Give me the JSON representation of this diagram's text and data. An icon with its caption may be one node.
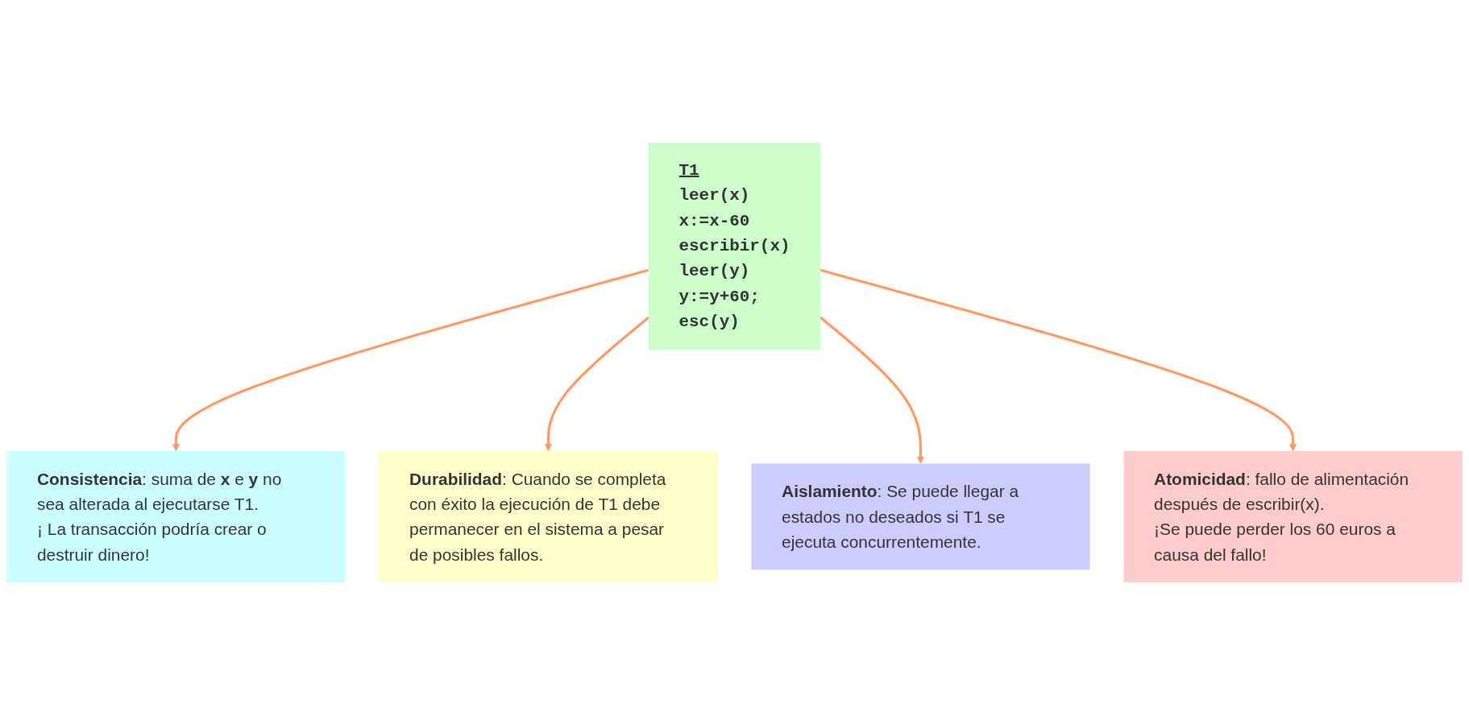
{
  "diagram": {
    "nodes": [
      {
        "text": [
          "T1",
          "leer(x)",
          "x:=x-60",
          "escribir(x)",
          "leer(y)",
          "y:=y+60;",
          "esc(y)"
        ]
      },
      {
        "text": [
          "**Consistencia**: suma de **x** e **y** no sea alterada al ejecutarse T1.",
          "¡ La transacción podría crear o destruir dinero!"
        ]
      },
      {
        "text": [
          "**Atomicidad**: fallo de alimentación después de escribir(x).",
          "¡Se puede perder los 60 euros a causa del fallo!"
        ]
      },
      {
        "text": [
          "**Durabilidad**: Cuando se completa con éxito la ejecución de T1 debe permanecer en el sistema a pesar de posibles fallos."
        ]
      },
      {
        "text": [
          "**Aislamiento**: Se puede llegar a estados no deseados si T1 se ejecuta concurrentemente."
        ]
      }
    ],
    "edges": [
      {
        "from": 0,
        "to": 1,
        "arrow": "to"
      },
      {
        "from": 0,
        "to": 3,
        "arrow": "to"
      },
      {
        "from": 0,
        "to": 4,
        "arrow": "to"
      },
      {
        "from": 0,
        "to": 2,
        "arrow": "to"
      }
    ]
  }
}
